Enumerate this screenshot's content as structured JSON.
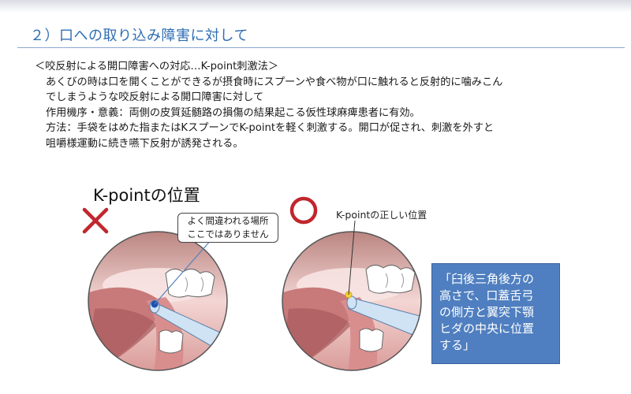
{
  "title": "２）口への取り込み障害に対して",
  "body": {
    "heading": "＜咬反射による開口障害への対応…K-point刺激法＞",
    "lines": [
      "あくびの時は口を開くことができるが摂食時にスプーンや食べ物が口に触れると反射的に噛みこん",
      "でしまうような咬反射による開口障害に対して",
      "作用機序・意義：両側の皮質延髄路の損傷の結果起こる仮性球麻痺患者に有効。",
      "方法：手袋をはめた指またはKスプーンでK-pointを軽く刺激する。開口が促され、刺激を外すと",
      "咀嚼様運動に続き嚥下反射が誘発される。"
    ]
  },
  "figure": {
    "title": "K-pointの位置",
    "wrong_callout": [
      "よく間違われる場所",
      "ここではありません"
    ],
    "correct_label_kpoint": "K-point",
    "correct_label_rest": "の正しい位置",
    "box_lines": [
      "「臼後三角後方の",
      "高さで、口蓋舌弓",
      "の側方と翼突下顎",
      "ヒダの中央に位置",
      "する」"
    ]
  },
  "colors": {
    "title": "#2f6db3",
    "wrong_mark": "#c0272d",
    "correct_mark": "#c0272d",
    "box_fill": "#4f7fc0",
    "wrong_point": "#1f4fb0",
    "correct_point": "#f2d23a"
  }
}
